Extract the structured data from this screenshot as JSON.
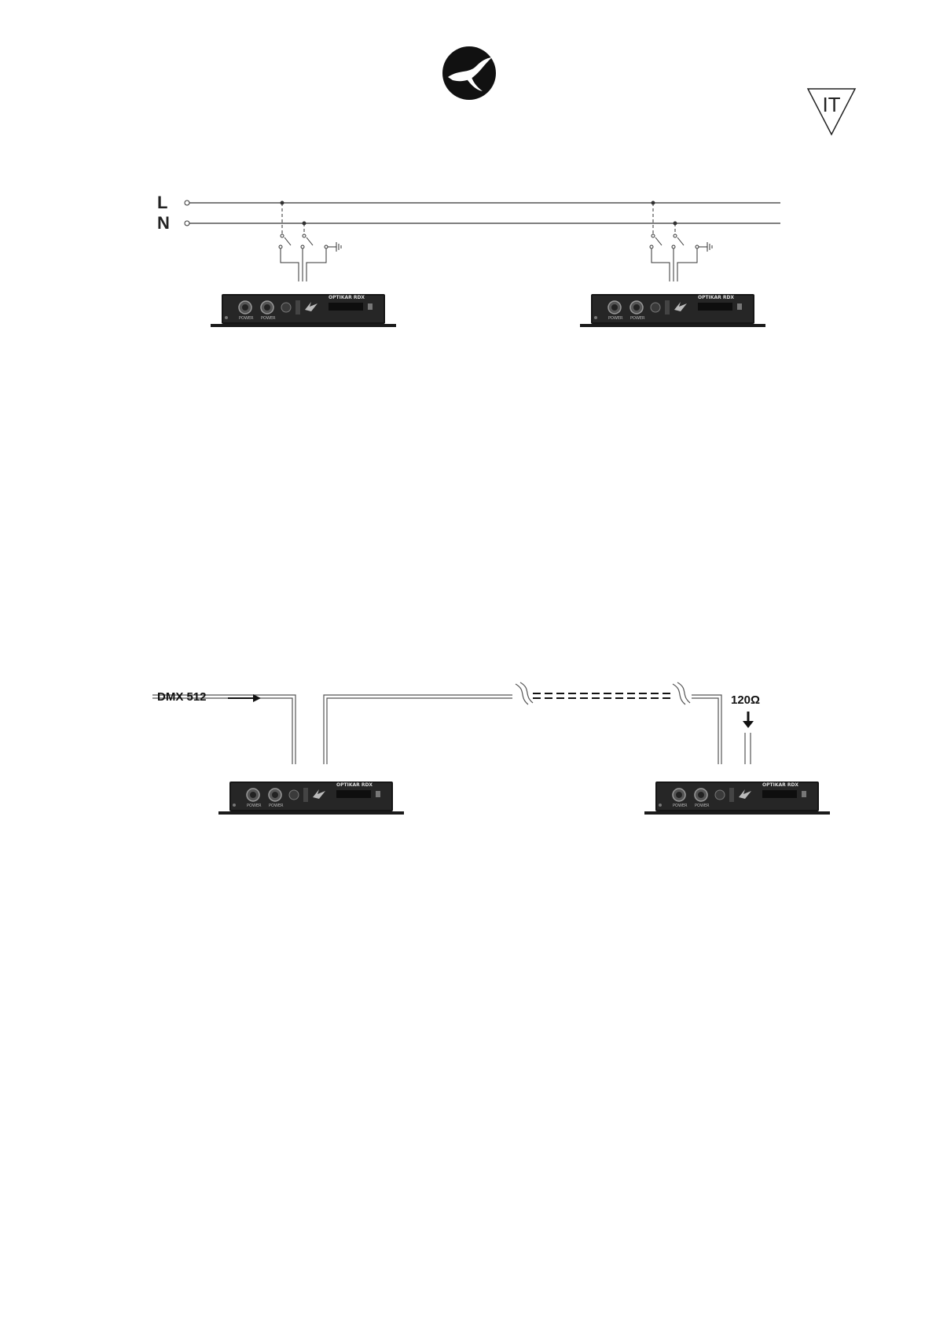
{
  "header": {
    "logo_icon": "bird-logo-icon",
    "language_badge": "IT"
  },
  "power_diagram": {
    "line_L": "L",
    "line_N": "N",
    "ground_icon": "ground-icon",
    "devices": [
      {
        "model": "OPTIKAR RDX",
        "ports": [
          "POWER",
          "POWER"
        ]
      },
      {
        "model": "OPTIKAR RDX",
        "ports": [
          "POWER",
          "POWER"
        ]
      }
    ]
  },
  "dmx_diagram": {
    "input_label": "DMX 512",
    "terminator_label": "120Ω",
    "devices": [
      {
        "model": "OPTIKAR RDX",
        "ports": [
          "POWER",
          "POWER"
        ]
      },
      {
        "model": "OPTIKAR RDX",
        "ports": [
          "POWER",
          "POWER"
        ]
      }
    ]
  },
  "colors": {
    "ink": "#1a1a1a",
    "device_body": "#151515",
    "device_face": "#2b2b2b",
    "line_gray": "#555555"
  }
}
